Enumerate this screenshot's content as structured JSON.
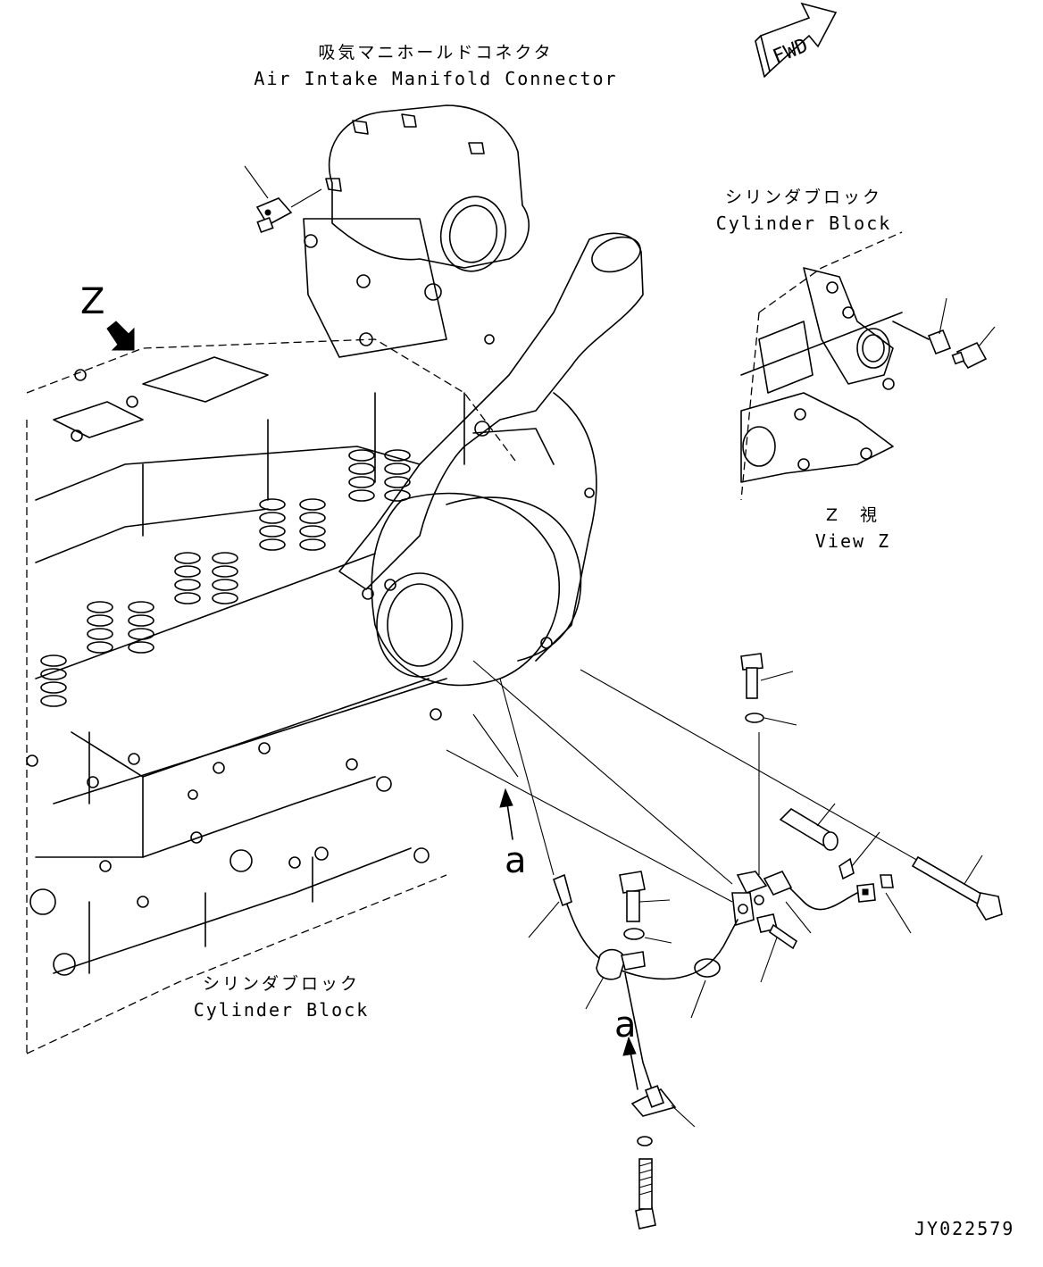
{
  "labels": {
    "intake_jp": "吸気マニホールドコネクタ",
    "intake_en": "Air Intake Manifold Connector",
    "cyl_top_jp": "シリンダブロック",
    "cyl_top_en": "Cylinder Block",
    "view_jp": "Z　視",
    "view_en": "View Z",
    "cyl_bottom_jp": "シリンダブロック",
    "cyl_bottom_en": "Cylinder Block",
    "view_marker": "Z",
    "fwd": "FWD",
    "arrow_a_upper": "a",
    "arrow_a_lower": "a",
    "drawing_id": "JY022579"
  },
  "icons": {
    "fwd_arrow": "fwd-arrow-icon",
    "view_arrow": "view-direction-arrow-icon",
    "a_arrow": "up-arrow-icon"
  },
  "colors": {
    "line": "#000000",
    "background": "#ffffff"
  }
}
